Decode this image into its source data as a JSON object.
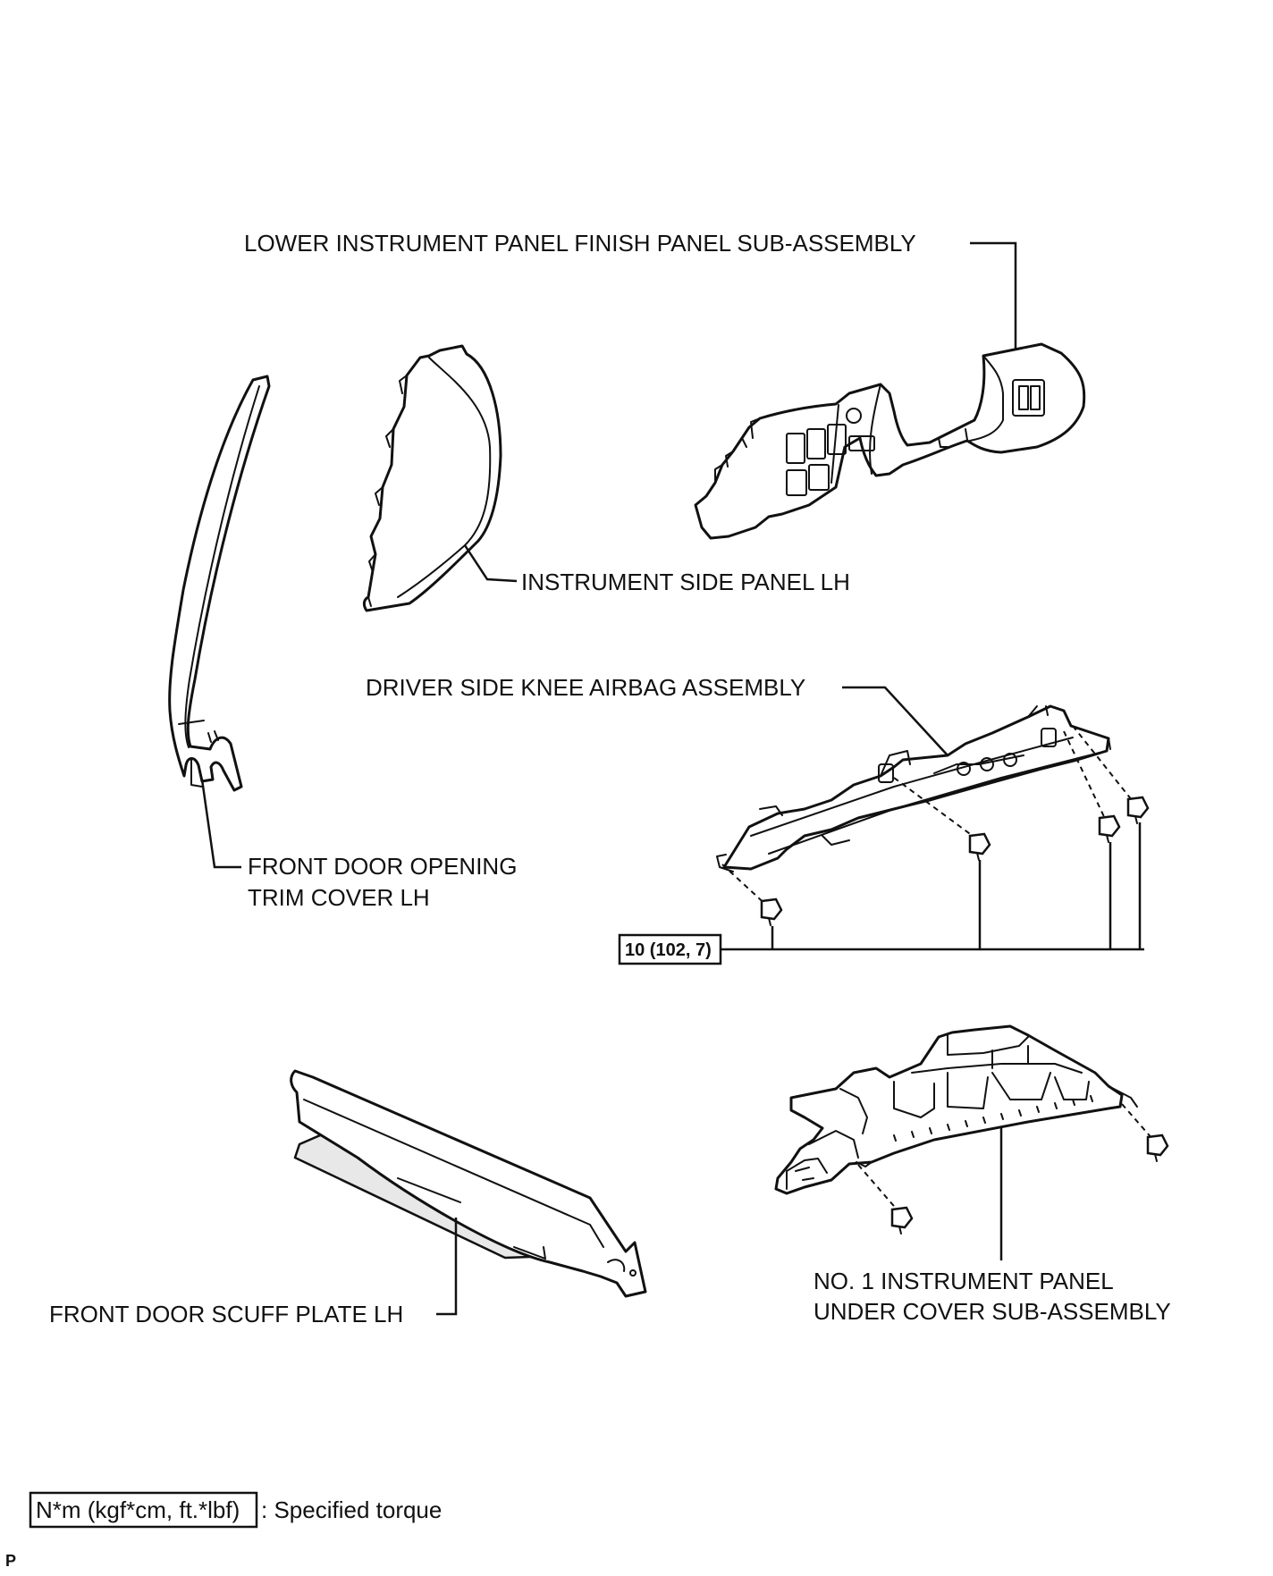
{
  "labels": {
    "lower_finish_panel": "LOWER INSTRUMENT PANEL FINISH PANEL SUB-ASSEMBLY",
    "instrument_side_panel": "INSTRUMENT SIDE PANEL LH",
    "knee_airbag": "DRIVER SIDE KNEE AIRBAG ASSEMBLY",
    "door_opening_trim_line1": "FRONT DOOR OPENING",
    "door_opening_trim_line2": "TRIM COVER LH",
    "scuff_plate": "FRONT DOOR SCUFF PLATE LH",
    "under_cover_line1": "NO. 1 INSTRUMENT PANEL",
    "under_cover_line2": "UNDER COVER SUB-ASSEMBLY"
  },
  "torque": {
    "spec": "10 (102, 7)"
  },
  "legend": {
    "box_text": "N*m (kgf*cm, ft.*lbf)",
    "description": ": Specified torque"
  },
  "corner_mark": "P"
}
